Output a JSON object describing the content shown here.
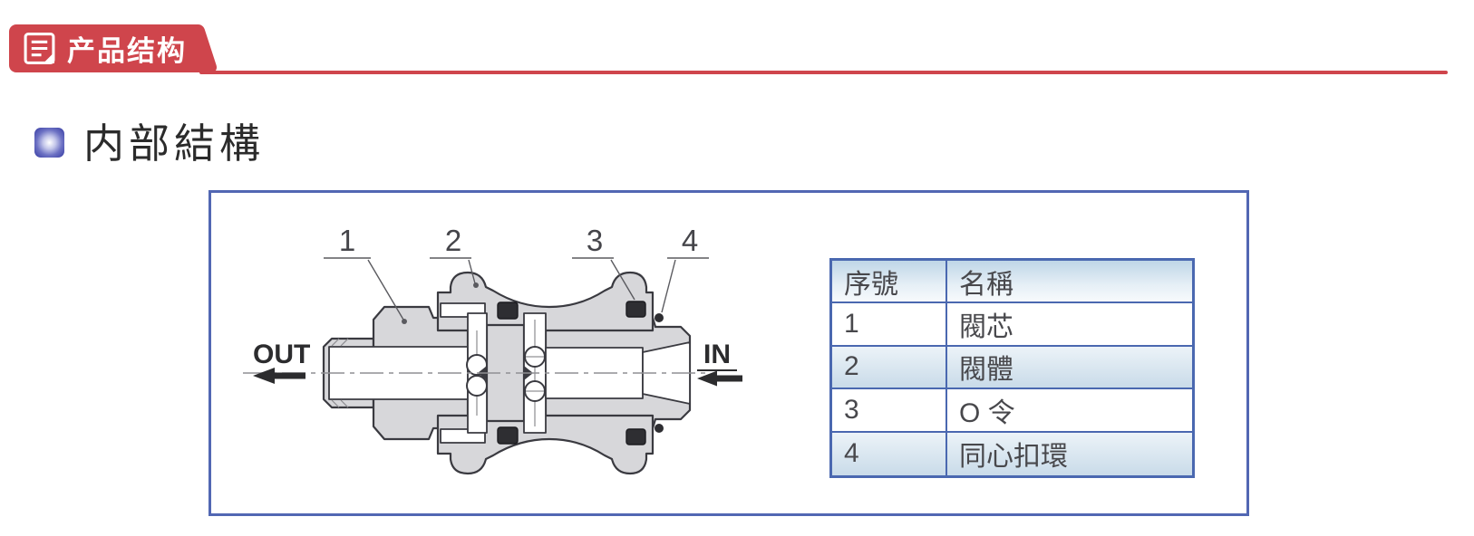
{
  "banner": {
    "label": "产品结构"
  },
  "section": {
    "title": "内部結構"
  },
  "diagram": {
    "out_label": "OUT",
    "in_label": "IN",
    "callout_1": "1",
    "callout_2": "2",
    "callout_3": "3",
    "callout_4": "4"
  },
  "parts_table": {
    "header": {
      "no": "序號",
      "name": "名稱"
    },
    "rows": [
      {
        "no": "1",
        "name": "閥芯"
      },
      {
        "no": "2",
        "name": "閥體"
      },
      {
        "no": "3",
        "name": "O 令"
      },
      {
        "no": "4",
        "name": "同心扣環"
      }
    ]
  },
  "colors": {
    "banner_red": "#cf454c",
    "box_border_blue": "#5267b3",
    "table_border_blue": "#4a68b0",
    "bullet_indigo": "#4a4fae"
  }
}
